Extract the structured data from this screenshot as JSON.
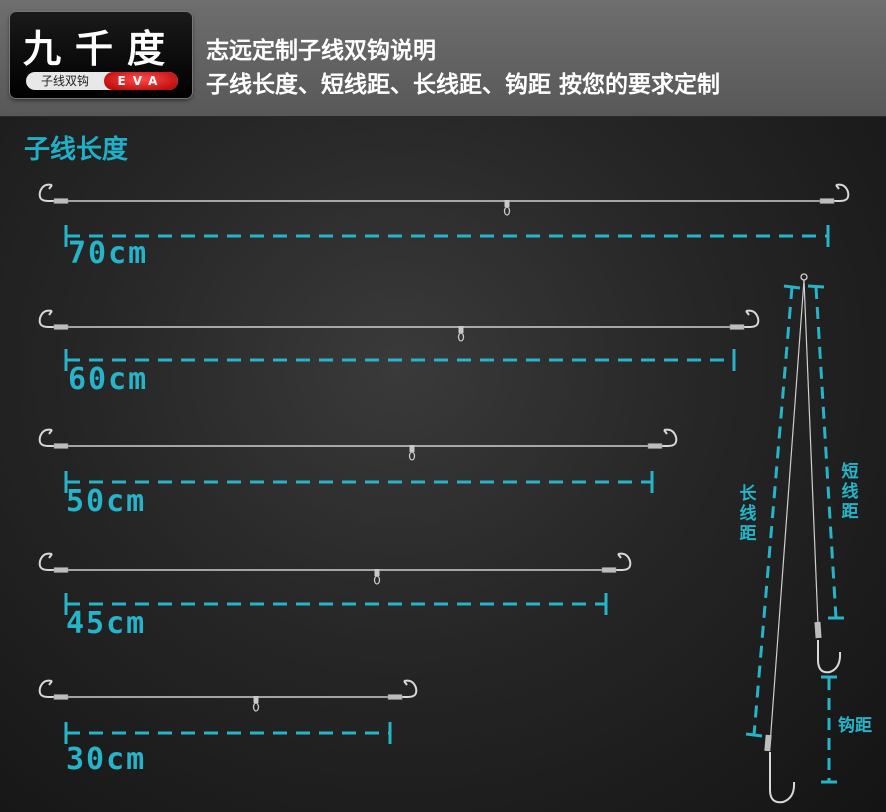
{
  "logo": {
    "title": "九千度",
    "subtitle": "子线双钩",
    "badge": "EVA"
  },
  "header": {
    "line1": "志远定制子线双钩说明",
    "line2": "子线长度、短线距、长线距、钩距 按您的要求定制"
  },
  "section_title": "子线长度",
  "rows": [
    {
      "label": "70cm"
    },
    {
      "label": "60cm"
    },
    {
      "label": "50cm"
    },
    {
      "label": "45cm"
    },
    {
      "label": "30cm"
    }
  ],
  "diagram": {
    "long_distance_label": "长线距",
    "short_distance_label": "短线距",
    "hook_distance_label": "钩距"
  },
  "colors": {
    "accent": "#25b4c9",
    "line": "#cfcfcf",
    "header_bg": "#606060"
  }
}
